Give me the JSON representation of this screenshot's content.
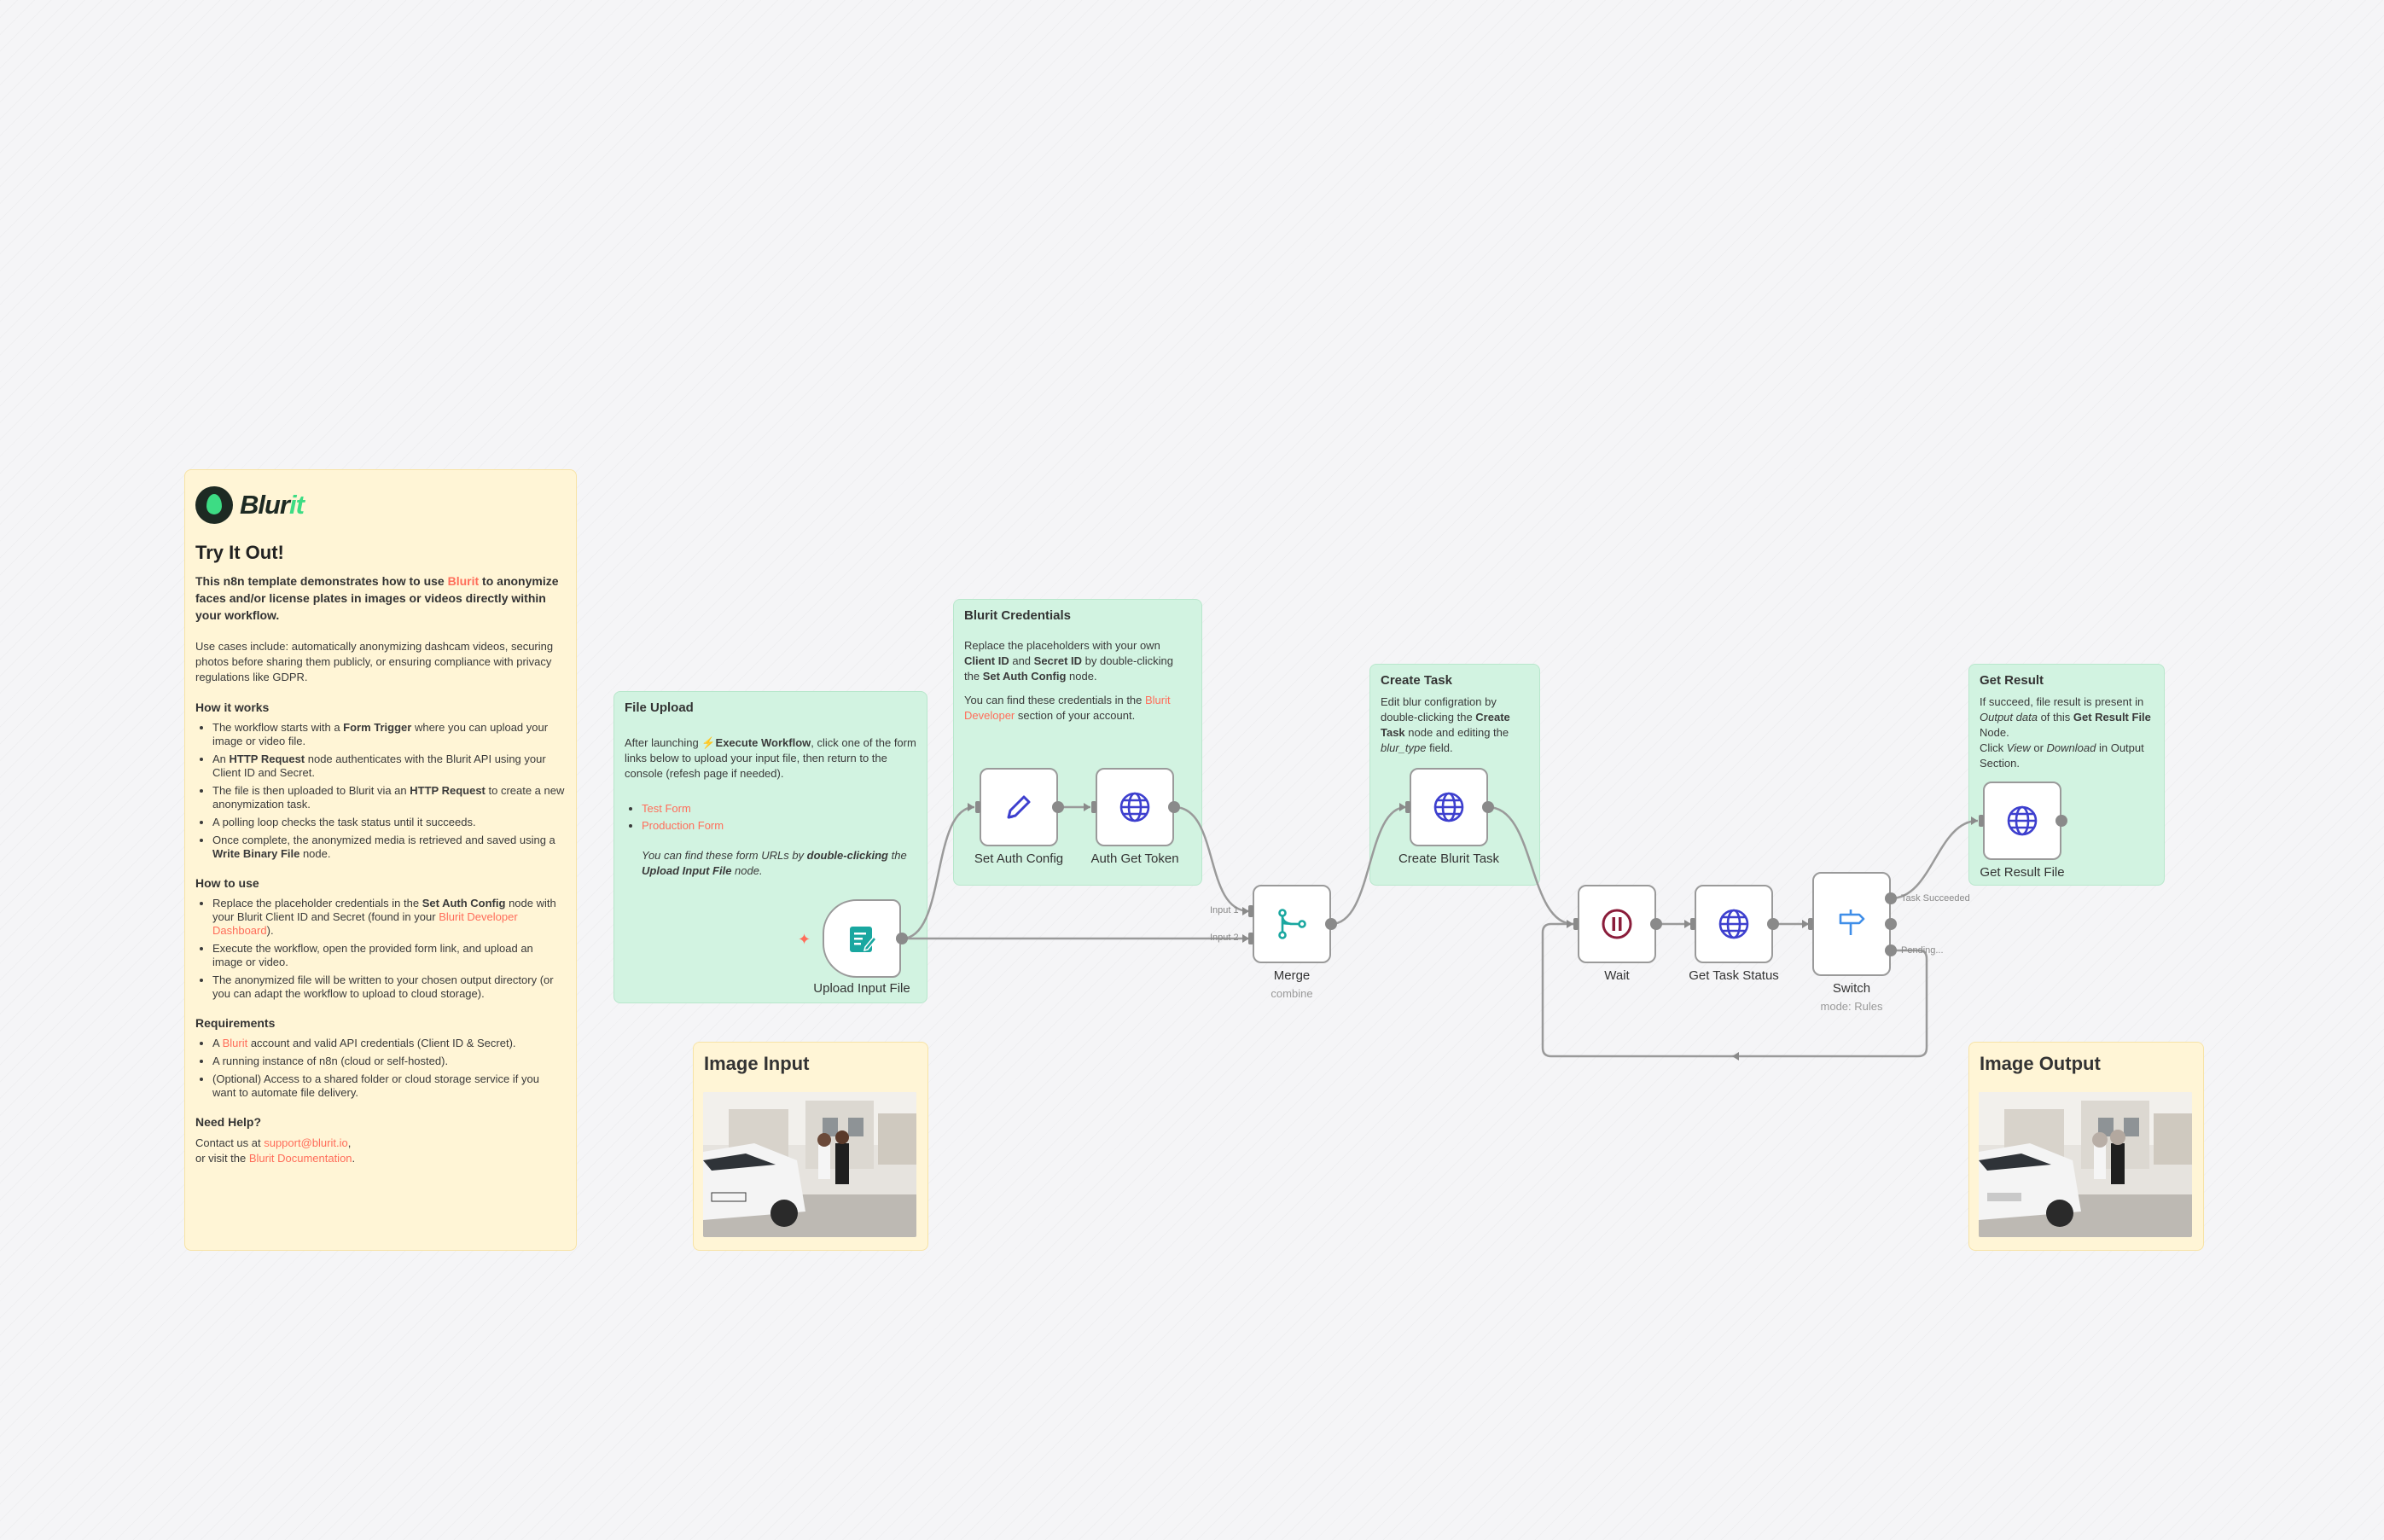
{
  "intro": {
    "logo_text": "Blur",
    "logo_text_accent": "it",
    "title": "Try It Out!",
    "lead_1": "This n8n template demonstrates how to use ",
    "lead_link": "Blurit",
    "lead_2": " to anonymize faces and/or license plates in images or videos directly within your workflow.",
    "use_cases": "Use cases include: automatically anonymizing dashcam videos, securing photos before sharing them publicly, or ensuring compliance with privacy regulations like GDPR.",
    "how_it_works_heading": "How it works",
    "how_it_works": [
      [
        "The workflow starts with a ",
        "Form Trigger",
        " where you can upload your image or video file."
      ],
      [
        "An ",
        "HTTP Request",
        " node authenticates with the Blurit API using your Client ID and Secret."
      ],
      [
        "The file is then uploaded to Blurit via an ",
        "HTTP Request",
        " to create a new anonymization task."
      ],
      [
        "A polling loop checks the task status until it succeeds.",
        "",
        ""
      ],
      [
        "Once complete, the anonymized media is retrieved and saved using a ",
        "Write Binary File",
        " node."
      ]
    ],
    "how_to_use_heading": "How to use",
    "how_to_use_1a": "Replace the placeholder credentials in the ",
    "how_to_use_1b": "Set Auth Config",
    "how_to_use_1c": " node with your Blurit Client ID and Secret (found in your ",
    "how_to_use_1d": "Blurit Developer Dashboard",
    "how_to_use_1e": ").",
    "how_to_use_2": "Execute the workflow, open the provided form link, and upload an image or video.",
    "how_to_use_3": "The anonymized file will be written to your chosen output directory (or you can adapt the workflow to upload to cloud storage).",
    "requirements_heading": "Requirements",
    "req_1a": "A ",
    "req_1b": "Blurit",
    "req_1c": " account and valid API credentials (Client ID & Secret).",
    "req_2": "A running instance of n8n (cloud or self-hosted).",
    "req_3": "(Optional) Access to a shared folder or cloud storage service if you want to automate file delivery.",
    "help_heading": "Need Help?",
    "help_1a": "Contact us at ",
    "help_1b": "support@blurit.io",
    "help_1c": ",",
    "help_2a": "or visit the ",
    "help_2b": "Blurit Documentation",
    "help_2c": "."
  },
  "file_upload_note": {
    "title": "File Upload",
    "text_1a": "After launching ",
    "text_1icon": "⚡",
    "text_1b": "Execute Workflow",
    "text_1c": ", click one of the form links below to upload your input file, then return to the console (refesh page if needed).",
    "links": [
      "Test Form",
      "Production Form"
    ],
    "italic_1": "You can find these form URLs by ",
    "italic_2": "double-clicking",
    "italic_3": " the ",
    "italic_4": "Upload Input File",
    "italic_5": " node."
  },
  "credentials_note": {
    "title": "Blurit Credentials",
    "text_1a": "Replace the placeholders with your own ",
    "text_1b": "Client ID",
    "text_1c": " and ",
    "text_1d": "Secret ID",
    "text_1e": " by double-clicking the ",
    "text_1f": "Set Auth Config",
    "text_1g": " node.",
    "text_2a": "You can find these credentials in the ",
    "text_2b": "Blurit Developer",
    "text_2c": " section of your account."
  },
  "create_task_note": {
    "title": "Create Task",
    "text_1": "Edit blur configration by double-clicking the ",
    "text_2": "Create Task",
    "text_3": " node and editing the ",
    "text_4": "blur_type",
    "text_5": " field."
  },
  "get_result_note": {
    "title": "Get Result",
    "text_1": "If succeed, file result is present in ",
    "text_2": "Output data",
    "text_3": " of this ",
    "text_4": "Get Result File",
    "text_5": " Node.",
    "text_6": "Click ",
    "text_7": "View",
    "text_8": " or ",
    "text_9": "Download",
    "text_10": " in Output Section."
  },
  "image_input": {
    "title": "Image Input"
  },
  "image_output": {
    "title": "Image Output"
  },
  "nodes": {
    "upload": {
      "label": "Upload Input File",
      "icon": "form-icon"
    },
    "set_auth": {
      "label": "Set Auth Config",
      "icon": "pencil-icon"
    },
    "auth_token": {
      "label": "Auth Get Token",
      "icon": "globe-icon"
    },
    "merge": {
      "label": "Merge",
      "sub": "combine",
      "input_1": "Input 1",
      "input_2": "Input 2",
      "icon": "merge-icon"
    },
    "create_task": {
      "label": "Create Blurit Task",
      "icon": "globe-icon"
    },
    "wait": {
      "label": "Wait",
      "icon": "pause-icon"
    },
    "status": {
      "label": "Get Task Status",
      "icon": "globe-icon"
    },
    "switch": {
      "label": "Switch",
      "sub": "mode: Rules",
      "out_1": "Task Succeeded",
      "out_2": "Pending...",
      "icon": "signpost-icon"
    },
    "result": {
      "label": "Get Result File",
      "icon": "globe-icon"
    },
    "trigger_icon": "lightning-icon"
  },
  "colors": {
    "accent_link": "#ff6d5a",
    "sticky_yellow": "#fff5d6",
    "sticky_green": "#d2f3e1",
    "globe_blue": "#3d3fce",
    "form_teal": "#19a7a0",
    "pause_red": "#8a1c3a",
    "brand_green": "#3ddc84"
  }
}
